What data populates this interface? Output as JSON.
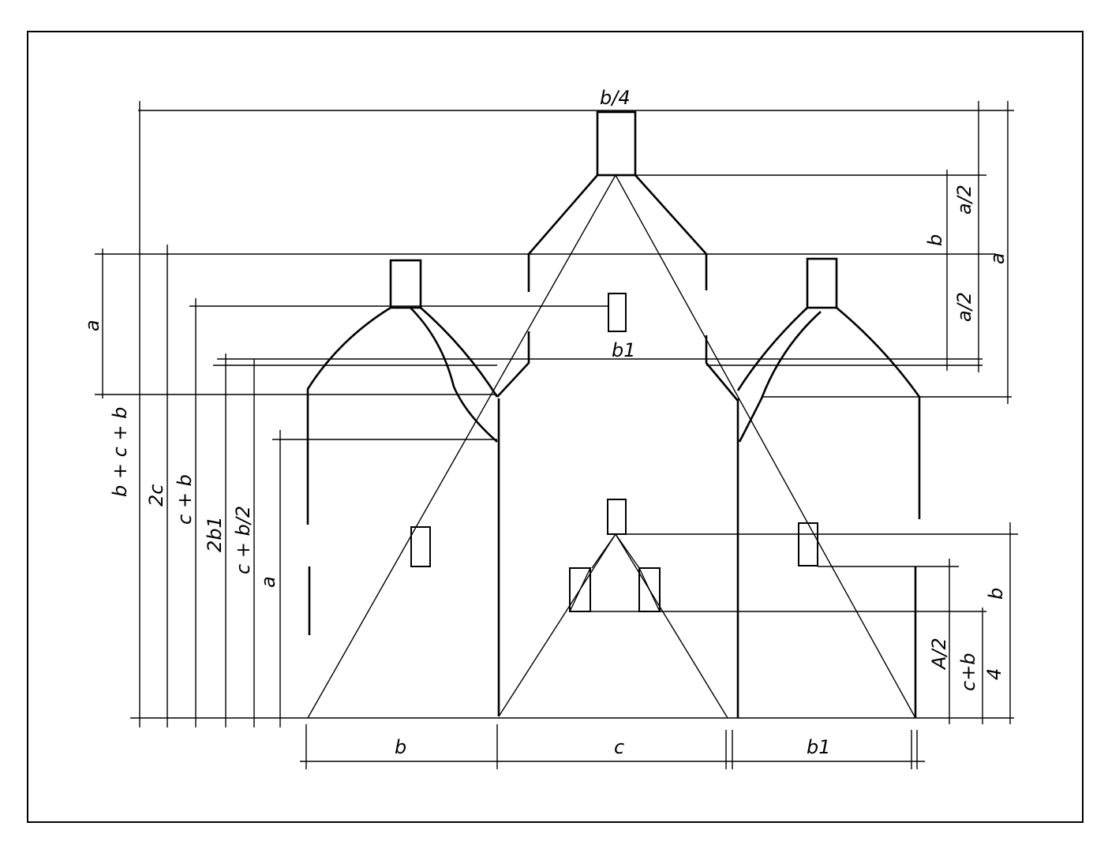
{
  "labels": {
    "top": "b/4",
    "right_b": "b",
    "right_a_half_top": "a/2",
    "right_a": "a",
    "right_a_half_bottom": "a/2",
    "center_b1": "b1",
    "left_a": "a",
    "left_bcb": "b + c + b",
    "left_2c": "2c",
    "left_cb": "c + b",
    "left_2b1": "2b1",
    "left_cb2": "c + b/2",
    "left_a_low": "a",
    "bottom_b": "b",
    "bottom_c": "c",
    "bottom_b1": "b1",
    "right_low_b": "b",
    "right_A2": "A/2",
    "right_frac_num": "c+b",
    "right_frac_den": "4"
  }
}
